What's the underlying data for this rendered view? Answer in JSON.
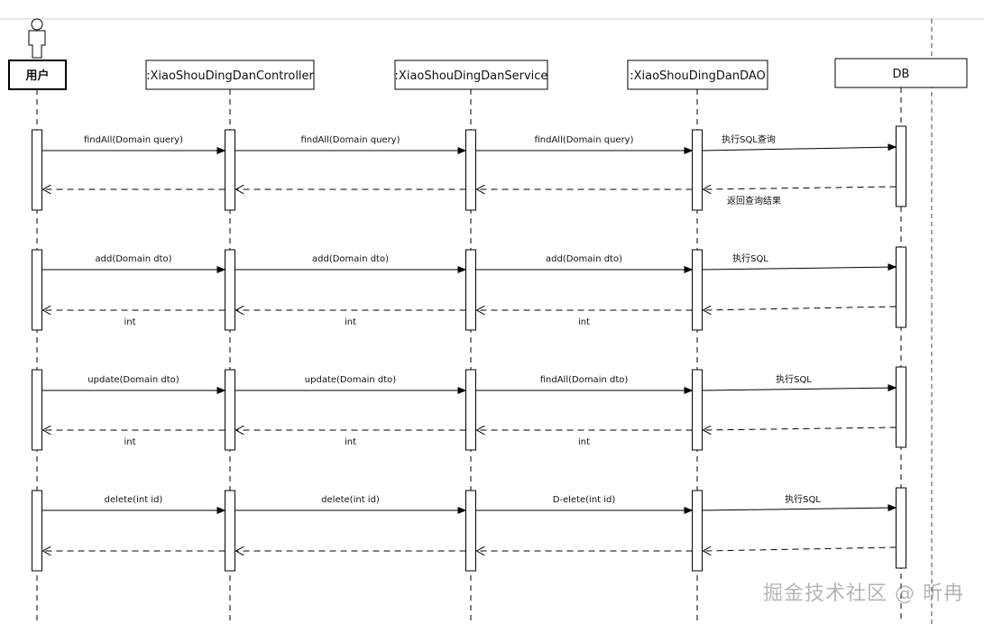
{
  "participants": [
    {
      "id": "user",
      "name": "用户",
      "actor": true
    },
    {
      "id": "controller",
      "name": ":XiaoShouDingDanController"
    },
    {
      "id": "service",
      "name": ":XiaoShouDingDanService"
    },
    {
      "id": "dao",
      "name": ":XiaoShouDingDanDAO"
    },
    {
      "id": "db",
      "name": "DB"
    }
  ],
  "groups": [
    {
      "calls": [
        {
          "from": "user",
          "to": "controller",
          "label": "findAll(Domain query)",
          "ret": ""
        },
        {
          "from": "controller",
          "to": "service",
          "label": "findAll(Domain query)",
          "ret": ""
        },
        {
          "from": "service",
          "to": "dao",
          "label": "findAll(Domain query)",
          "ret": ""
        },
        {
          "from": "dao",
          "to": "db",
          "label": "执行SQL查询",
          "ret": "返回查询结果"
        }
      ]
    },
    {
      "calls": [
        {
          "from": "user",
          "to": "controller",
          "label": "add(Domain dto)",
          "ret": "int"
        },
        {
          "from": "controller",
          "to": "service",
          "label": "add(Domain dto)",
          "ret": "int"
        },
        {
          "from": "service",
          "to": "dao",
          "label": "add(Domain dto)",
          "ret": "int"
        },
        {
          "from": "dao",
          "to": "db",
          "label": "执行SQL",
          "ret": ""
        }
      ]
    },
    {
      "calls": [
        {
          "from": "user",
          "to": "controller",
          "label": "update(Domain dto)",
          "ret": "int"
        },
        {
          "from": "controller",
          "to": "service",
          "label": "update(Domain dto)",
          "ret": "int"
        },
        {
          "from": "service",
          "to": "dao",
          "label": "findAll(Domain dto)",
          "ret": "int"
        },
        {
          "from": "dao",
          "to": "db",
          "label": "执行SQL",
          "ret": ""
        }
      ]
    },
    {
      "calls": [
        {
          "from": "user",
          "to": "controller",
          "label": "delete(int id)",
          "ret": ""
        },
        {
          "from": "controller",
          "to": "service",
          "label": "delete(int id)",
          "ret": ""
        },
        {
          "from": "service",
          "to": "dao",
          "label": "D-elete(int id)",
          "ret": ""
        },
        {
          "from": "dao",
          "to": "db",
          "label": "执行SQL",
          "ret": ""
        }
      ]
    }
  ],
  "watermark": "掘金技术社区 @ 昕冉"
}
